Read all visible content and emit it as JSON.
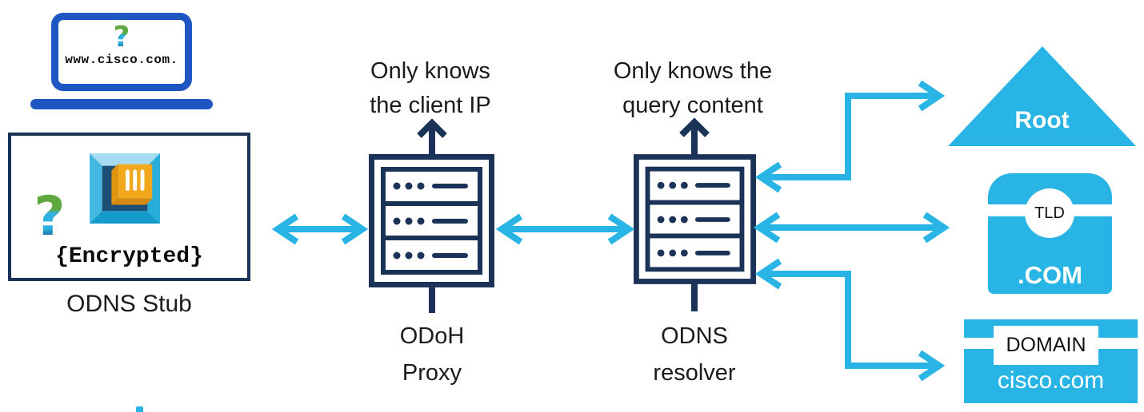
{
  "colors": {
    "cyan": "#29B4E6",
    "navy": "#1B3358",
    "laptop_blue": "#1E57C2",
    "ink": "#1B1B1B",
    "orange": "#F2A21D",
    "green": "#5FA83D"
  },
  "icons": {
    "question_glyph": "?"
  },
  "client": {
    "query": "www.cisco.com."
  },
  "stub": {
    "encrypted": "{Encrypted}",
    "label": "ODNS Stub"
  },
  "proxy": {
    "note_line1": "Only knows",
    "note_line2": "the client IP",
    "name_line1": "ODoH",
    "name_line2": "Proxy"
  },
  "resolver": {
    "note_line1": "Only knows the",
    "note_line2": "query content",
    "name_line1": "ODNS",
    "name_line2": "resolver"
  },
  "dns": {
    "root_label": "Root",
    "tld_badge": "TLD",
    "tld_label": ".COM",
    "domain_badge": "DOMAIN",
    "domain_label": "cisco.com"
  }
}
